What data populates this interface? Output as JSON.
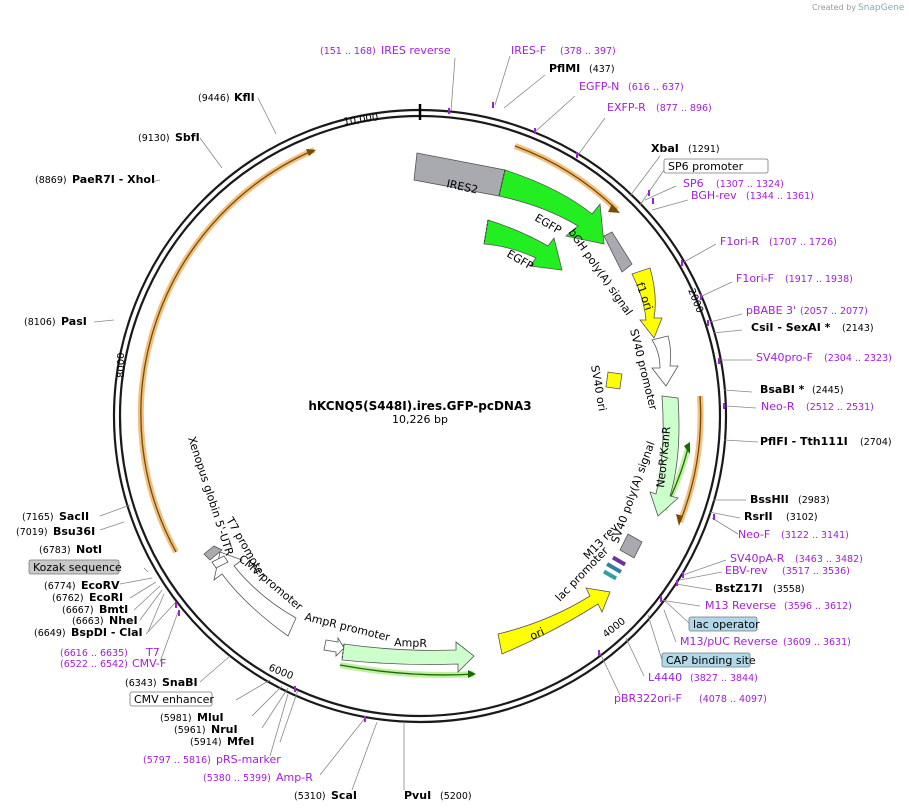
{
  "credit": {
    "prefix": "Created by",
    "brand": "SnapGene"
  },
  "plasmid": {
    "name": "hKCNQ5(S448I).ires.GFP-pcDNA3",
    "size": "10,226 bp"
  },
  "ticks": [
    "10,000",
    "2000",
    "4000",
    "6000",
    "8000"
  ],
  "features": {
    "ires2": "IRES2",
    "egfp1": "EGFP",
    "egfp2": "EGFP",
    "bgh": "bGH poly(A) signal",
    "f1ori": "f1 ori",
    "sv40prom": "SV40 promoter",
    "sv40ori": "SV40 ori",
    "neokan": "NeoR/KanR",
    "sv40pa": "SV40 poly(A) signal",
    "m13rev": "M13 rev",
    "lacprom": "lac promoter",
    "ori": "ori",
    "ampr": "AmpR",
    "amprprom": "AmpR promoter",
    "cmvprom": "CMV promoter",
    "t7prom": "T7 promoter",
    "xenopus": "Xenopus globin 5'-UTR"
  },
  "boxes": {
    "sp6": "SP6 promoter",
    "lacop": "lac operator",
    "cap": "CAP binding site",
    "kozak": "Kozak sequence",
    "cmvenh": "CMV enhancer"
  },
  "enzymes": {
    "pflmi": {
      "name": "PflMI",
      "pos": "(437)"
    },
    "xbai": {
      "name": "XbaI",
      "pos": "(1291)"
    },
    "csii": {
      "name": "CsiI  - SexAI *",
      "pos": "(2143)"
    },
    "bsabi": {
      "name": "BsaBI *",
      "pos": "(2445)"
    },
    "pflfi": {
      "name": "PflFI  - Tth111I",
      "pos": "(2704)"
    },
    "bsshii": {
      "name": "BssHII",
      "pos": "(2983)"
    },
    "rsrii": {
      "name": "RsrII",
      "pos": "(3102)"
    },
    "bstz17i": {
      "name": "BstZ17I",
      "pos": "(3558)"
    },
    "kfli": {
      "name": "KflI",
      "pos": "(9446)"
    },
    "sbfi": {
      "name": "SbfI",
      "pos": "(9130)"
    },
    "xhoi": {
      "name": "PaeR7I  - XhoI",
      "pos": "(8869)"
    },
    "pasi": {
      "name": "PasI",
      "pos": "(8106)"
    },
    "sacii": {
      "name": "SacII",
      "pos": "(7165)"
    },
    "bsu36i": {
      "name": "Bsu36I",
      "pos": "(7019)"
    },
    "noti": {
      "name": "NotI",
      "pos": "(6783)"
    },
    "ecorv": {
      "name": "EcoRV",
      "pos": "(6774)"
    },
    "ecori": {
      "name": "EcoRI",
      "pos": "(6762)"
    },
    "bmti": {
      "name": "BmtI",
      "pos": "(6667)"
    },
    "nhei": {
      "name": "NheI",
      "pos": "(6663)"
    },
    "clai": {
      "name": "BspDI  - ClaI",
      "pos": "(6649)"
    },
    "snabi": {
      "name": "SnaBI",
      "pos": "(6343)"
    },
    "mlui": {
      "name": "MluI",
      "pos": "(5981)"
    },
    "nrui": {
      "name": "NruI",
      "pos": "(5961)"
    },
    "mfei": {
      "name": "MfeI",
      "pos": "(5914)"
    },
    "scai": {
      "name": "ScaI",
      "pos": "(5310)"
    },
    "pvui": {
      "name": "PvuI",
      "pos": "(5200)"
    }
  },
  "primers": {
    "iresrev": {
      "name": "IRES reverse",
      "pos": "(151 .. 168)"
    },
    "iresf": {
      "name": "IRES-F",
      "pos": "(378 .. 397)"
    },
    "egfpn": {
      "name": "EGFP-N",
      "pos": "(616 .. 637)"
    },
    "exfpr": {
      "name": "EXFP-R",
      "pos": "(877 .. 896)"
    },
    "sp6": {
      "name": "SP6",
      "pos": "(1307 .. 1324)"
    },
    "bghrev": {
      "name": "BGH-rev",
      "pos": "(1344 .. 1361)"
    },
    "f1orir": {
      "name": "F1ori-R",
      "pos": "(1707 .. 1726)"
    },
    "f1orif": {
      "name": "F1ori-F",
      "pos": "(1917 .. 1938)"
    },
    "pbabe3": {
      "name": "pBABE 3'",
      "pos": "(2057 .. 2077)"
    },
    "sv40prof": {
      "name": "SV40pro-F",
      "pos": "(2304 .. 2323)"
    },
    "neor": {
      "name": "Neo-R",
      "pos": "(2512 .. 2531)"
    },
    "neof": {
      "name": "Neo-F",
      "pos": "(3122 .. 3141)"
    },
    "sv40par": {
      "name": "SV40pA-R",
      "pos": "(3463 .. 3482)"
    },
    "ebvrev": {
      "name": "EBV-rev",
      "pos": "(3517 .. 3536)"
    },
    "m13reverse": {
      "name": "M13 Reverse",
      "pos": "(3596 .. 3612)"
    },
    "m13puc": {
      "name": "M13/pUC Reverse",
      "pos": "(3609 .. 3631)"
    },
    "l4440": {
      "name": "L4440",
      "pos": "(3827 .. 3844)"
    },
    "pbr322": {
      "name": "pBR322ori-F",
      "pos": "(4078 .. 4097)"
    },
    "t7": {
      "name": "T7",
      "pos": "(6616 .. 6635)"
    },
    "cmvf": {
      "name": "CMV-F",
      "pos": "(6522 .. 6542)"
    },
    "prsmarker": {
      "name": "pRS-marker",
      "pos": "(5797 .. 5816)"
    },
    "ampr": {
      "name": "Amp-R",
      "pos": "(5380 .. 5399)"
    }
  },
  "colors": {
    "backbone": "#1a1a1a",
    "primer": "#a020d8",
    "egfp": "#22ee22",
    "yellow": "#ffff00",
    "grey": "#a9aaaf",
    "lightgreen": "#ccffcc",
    "orf": "#e8a030",
    "box_blue": "#b0d8e8",
    "box_grey": "#c8c8c8"
  }
}
